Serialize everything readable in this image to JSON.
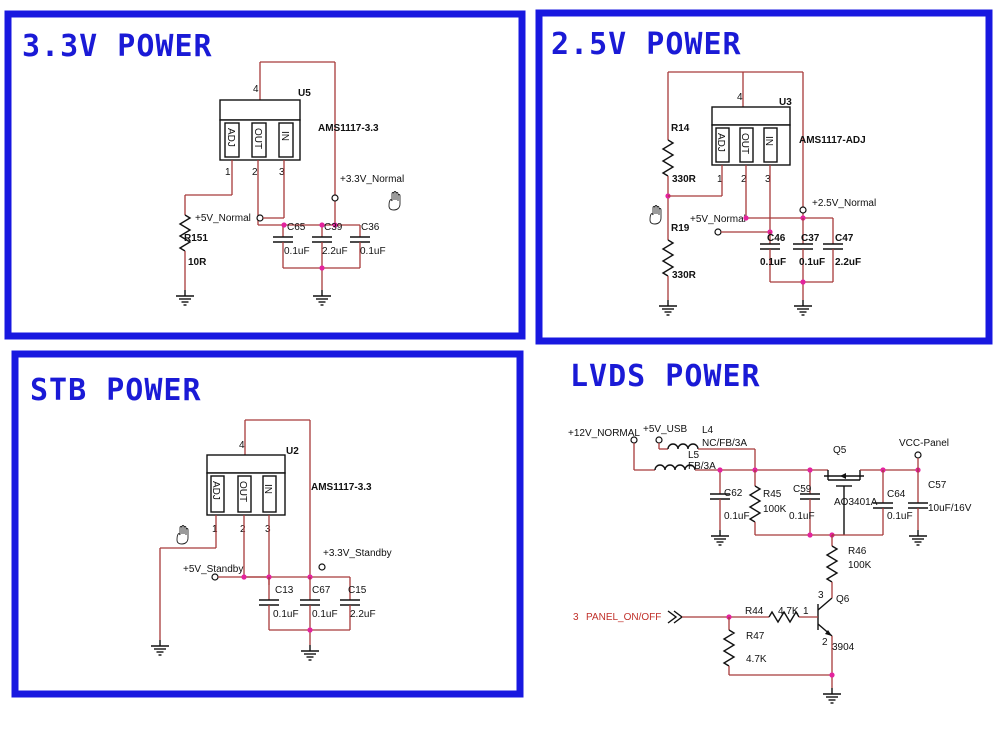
{
  "titles": {
    "p33": "3.3V POWER",
    "p25": "2.5V POWER",
    "stb": "STB POWER",
    "lvds": "LVDS POWER"
  },
  "pinnames": {
    "adj": "ADJ",
    "out": "OUT",
    "in": "IN"
  },
  "p33": {
    "ref": "U5",
    "part": "AMS1117-3.3",
    "pin1": "1",
    "pin2": "2",
    "pin3": "3",
    "pin4": "4",
    "net_in": "+5V_Normal",
    "net_out": "+3.3V_Normal",
    "res": "R151",
    "res_val": "10R",
    "c1": "C65",
    "c1v": "0.1uF",
    "c2": "C39",
    "c2v": "2.2uF",
    "c3": "C36",
    "c3v": "0.1uF"
  },
  "p25": {
    "ref": "U3",
    "part": "AMS1117-ADJ",
    "pin1": "1",
    "pin2": "2",
    "pin3": "3",
    "pin4": "4",
    "net_in": "+5V_Normal",
    "net_out": "+2.5V_Normal",
    "r1": "R14",
    "r1v": "330R",
    "r2": "R19",
    "r2v": "330R",
    "c1": "C46",
    "c1v": "0.1uF",
    "c2": "C37",
    "c2v": "0.1uF",
    "c3": "C47",
    "c3v": "2.2uF"
  },
  "stb": {
    "ref": "U2",
    "part": "AMS1117-3.3",
    "pin1": "1",
    "pin2": "2",
    "pin3": "3",
    "pin4": "4",
    "net_in": "+5V_Standby",
    "net_out": "+3.3V_Standby",
    "c1": "C13",
    "c1v": "0.1uF",
    "c2": "C67",
    "c2v": "0.1uF",
    "c3": "C15",
    "c3v": "2.2uF"
  },
  "lvds": {
    "net_12v": "+12V_NORMAL",
    "net_5vusb": "+5V_USB",
    "net_vcc": "VCC-Panel",
    "l4": "L4",
    "l4v": "NC/FB/3A",
    "l5": "L5",
    "l5v": "FB/3A",
    "c62": "C62",
    "c62v": "0.1uF",
    "r45": "R45",
    "r45v": "100K",
    "c59": "C59",
    "c59v": "0.1uF",
    "q5": "Q5",
    "q5v": "AO3401A",
    "c64": "C64",
    "c64v": "0.1uF",
    "c57": "C57",
    "c57v": "10uF/16V",
    "r46": "R46",
    "r46v": "100K",
    "q6": "Q6",
    "q6v": "3904",
    "r44": "R44",
    "r44v": "4.7K",
    "r47": "R47",
    "r47v": "4.7K",
    "q6pin1": "1",
    "q6pin2": "2",
    "q6pin3": "3",
    "ctrl_num": "3",
    "ctrl_net": "PANEL_ON/OFF"
  }
}
